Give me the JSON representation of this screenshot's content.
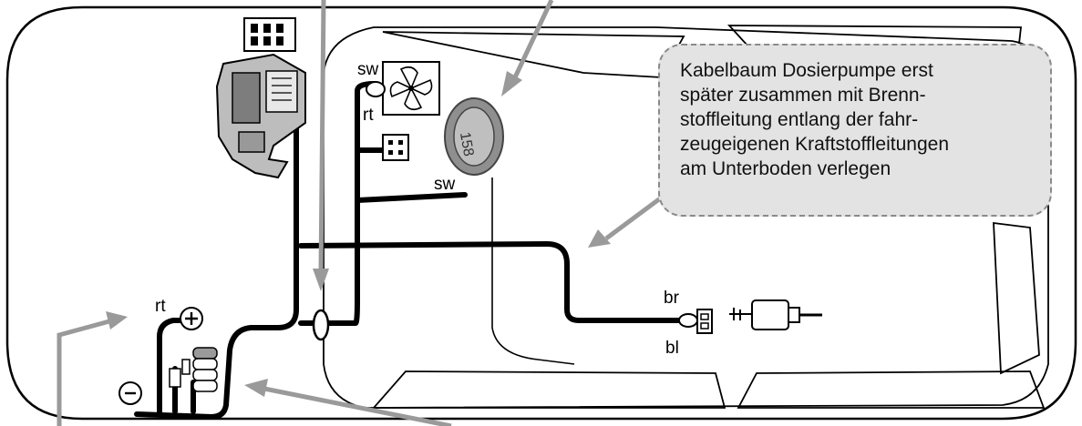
{
  "labels": {
    "sw_fan": "sw",
    "rt_fan": "rt",
    "sw_branch": "sw",
    "rt_battery": "rt",
    "br_pump": "br",
    "bl_pump": "bl"
  },
  "callout_lines": [
    "Kabelbaum Dosierpumpe erst",
    "später zusammen mit Brenn-",
    "stoffleitung entlang der fahr-",
    "zeugeigenen Kraftstoffleitungen",
    "am Unterboden verlegen"
  ],
  "colors": {
    "arrow": "#9a9a9a",
    "cable": "#000000",
    "callout_bg": "#e3e3e3"
  }
}
